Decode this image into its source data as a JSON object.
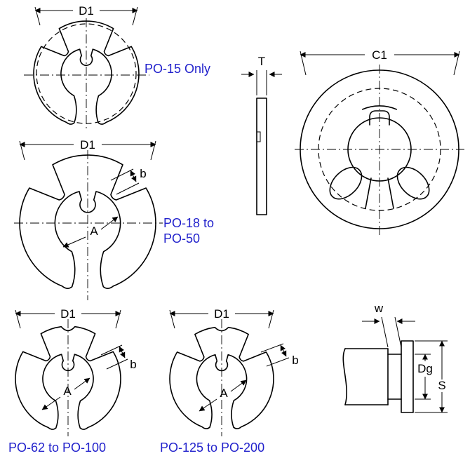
{
  "colors": {
    "line": "#000000",
    "accent_blue": "#2222cc",
    "bg": "#ffffff"
  },
  "views": {
    "po15": {
      "dim_d1": "D1",
      "caption": "PO-15 Only"
    },
    "po18_50": {
      "dim_d1": "D1",
      "dim_b": "b",
      "dim_a": "A",
      "caption_line1": "PO-18 to",
      "caption_line2": "PO-50"
    },
    "thickness": {
      "dim_t": "T"
    },
    "face": {
      "dim_c1": "C1"
    },
    "po62_100": {
      "dim_d1": "D1",
      "dim_b": "b",
      "dim_a": "A",
      "caption": "PO-62 to PO-100"
    },
    "po125_200": {
      "dim_d1": "D1",
      "dim_b": "b",
      "dim_a": "A",
      "caption": "PO-125 to PO-200"
    },
    "installed": {
      "dim_w": "w",
      "dim_dg": "Dg",
      "dim_s": "S"
    }
  }
}
